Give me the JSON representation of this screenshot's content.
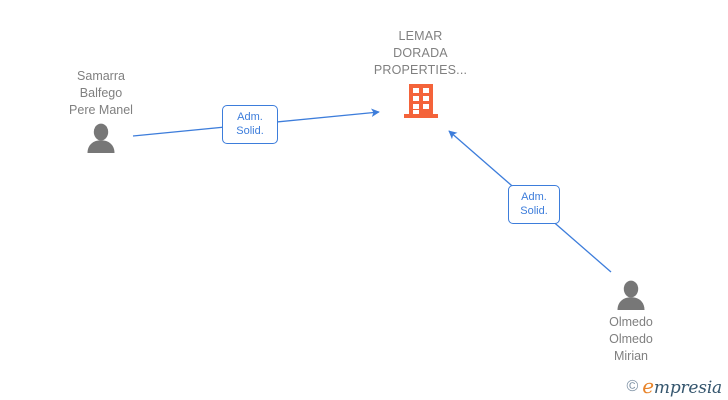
{
  "graph": {
    "company": {
      "name": "LEMAR\nDORADA\nPROPERTIES...",
      "icon": "building-icon",
      "icon_color": "#f4633a"
    },
    "persons": [
      {
        "id": "person-left",
        "name": "Samarra\nBalfego\nPere Manel",
        "icon": "person-icon",
        "icon_color": "#777777"
      },
      {
        "id": "person-right",
        "name": "Olmedo\nOlmedo\nMirian",
        "icon": "person-icon",
        "icon_color": "#777777"
      }
    ],
    "relations": [
      {
        "id": "relation-left",
        "label": "Adm.\nSolid.",
        "from": "person-left",
        "to": "company",
        "color": "#3d7ddb"
      },
      {
        "id": "relation-right",
        "label": "Adm.\nSolid.",
        "from": "person-right",
        "to": "company",
        "color": "#3d7ddb"
      }
    ],
    "colors": {
      "edge": "#3d7ddb",
      "company_accent": "#f4633a",
      "person_fill": "#777777",
      "label_text": "#808080",
      "background": "#ffffff"
    }
  },
  "watermark": {
    "copyright": "©",
    "brand_first_letter": "e",
    "brand_rest": "mpresia",
    "accent_color": "#e8842a",
    "text_color": "#35566e"
  }
}
